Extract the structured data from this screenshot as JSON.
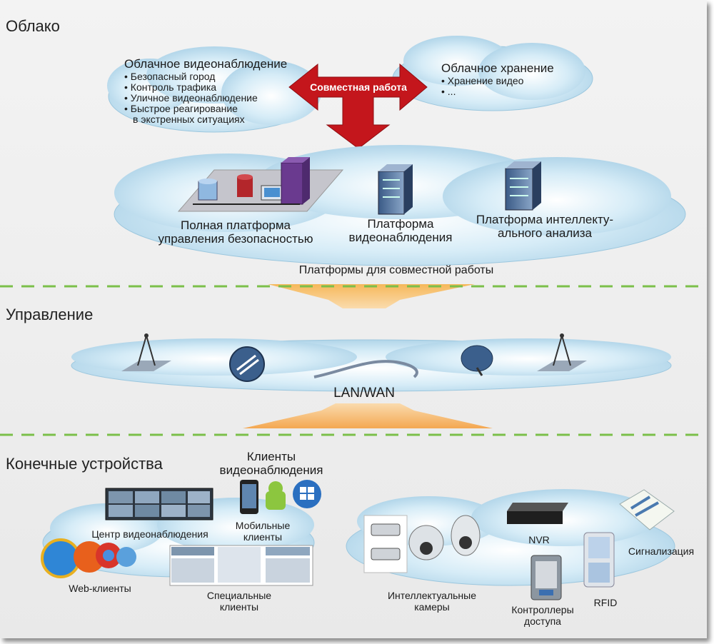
{
  "zones": {
    "cloud": "Облако",
    "management": "Управление",
    "endpoints": "Конечные устройства"
  },
  "cloud_video": {
    "title": "Облачное видеонаблюдение",
    "items": [
      "• Безопасный город",
      "• Контроль трафика",
      "• Уличное видеонаблюдение",
      "• Быстрое реагирование",
      "в экстренных ситуациях"
    ]
  },
  "cloud_storage": {
    "title": "Облачное хранение",
    "items": [
      "• Хранение видео",
      "• ..."
    ]
  },
  "collab_arrow": "Совместная работа",
  "platforms": {
    "security": [
      "Полная платформа",
      "управления безопасностью"
    ],
    "video": [
      "Платформа",
      "видеонаблюдения"
    ],
    "analysis": [
      "Платформа интеллекту-",
      "ального анализа"
    ],
    "caption": "Платформы для совместной работы"
  },
  "network_label": "LAN/WAN",
  "clients": {
    "group_title": [
      "Клиенты",
      "видеонаблюдения"
    ],
    "monitoring_center": "Центр видеонаблюдения",
    "mobile": [
      "Мобильные",
      "клиенты"
    ],
    "web": "Web-клиенты",
    "special": [
      "Специальные",
      "клиенты"
    ]
  },
  "devices": {
    "cameras": [
      "Интеллектуальные",
      "камеры"
    ],
    "nvr": "NVR",
    "alarm": "Сигнализация",
    "access": [
      "Контроллеры",
      "доступа"
    ],
    "rfid": "RFID"
  },
  "colors": {
    "cloud_fill": "#c9e4f2",
    "divider": "#7bbf4a",
    "arrow_red": "#c4161c",
    "funnel_orange": "#f5a623"
  }
}
